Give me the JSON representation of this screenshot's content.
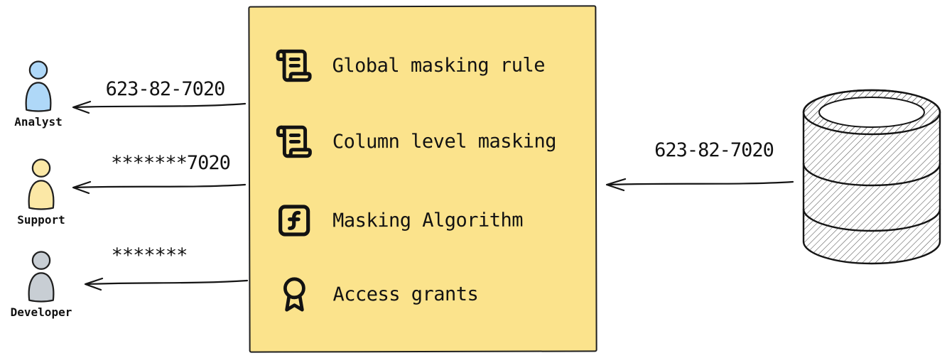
{
  "diagram": {
    "title": "data-masking-flow"
  },
  "center_box": {
    "background": "#FBE38C",
    "items": [
      {
        "icon": "scroll-icon",
        "label": "Global masking rule"
      },
      {
        "icon": "scroll-icon",
        "label": "Column level masking"
      },
      {
        "icon": "function-square-icon",
        "label": "Masking Algorithm"
      },
      {
        "icon": "award-icon",
        "label": "Access grants"
      }
    ]
  },
  "personas": [
    {
      "name": "Analyst",
      "icon": "person-icon",
      "color": "#AFD8F8",
      "received_value": "623-82-7020"
    },
    {
      "name": "Support",
      "icon": "person-icon",
      "color": "#FBE8A6",
      "received_value": "*******7020"
    },
    {
      "name": "Developer",
      "icon": "person-icon",
      "color": "#C8CED4",
      "received_value": "*******"
    }
  ],
  "database": {
    "icon": "database-icon",
    "outgoing_value": "623-82-7020"
  }
}
